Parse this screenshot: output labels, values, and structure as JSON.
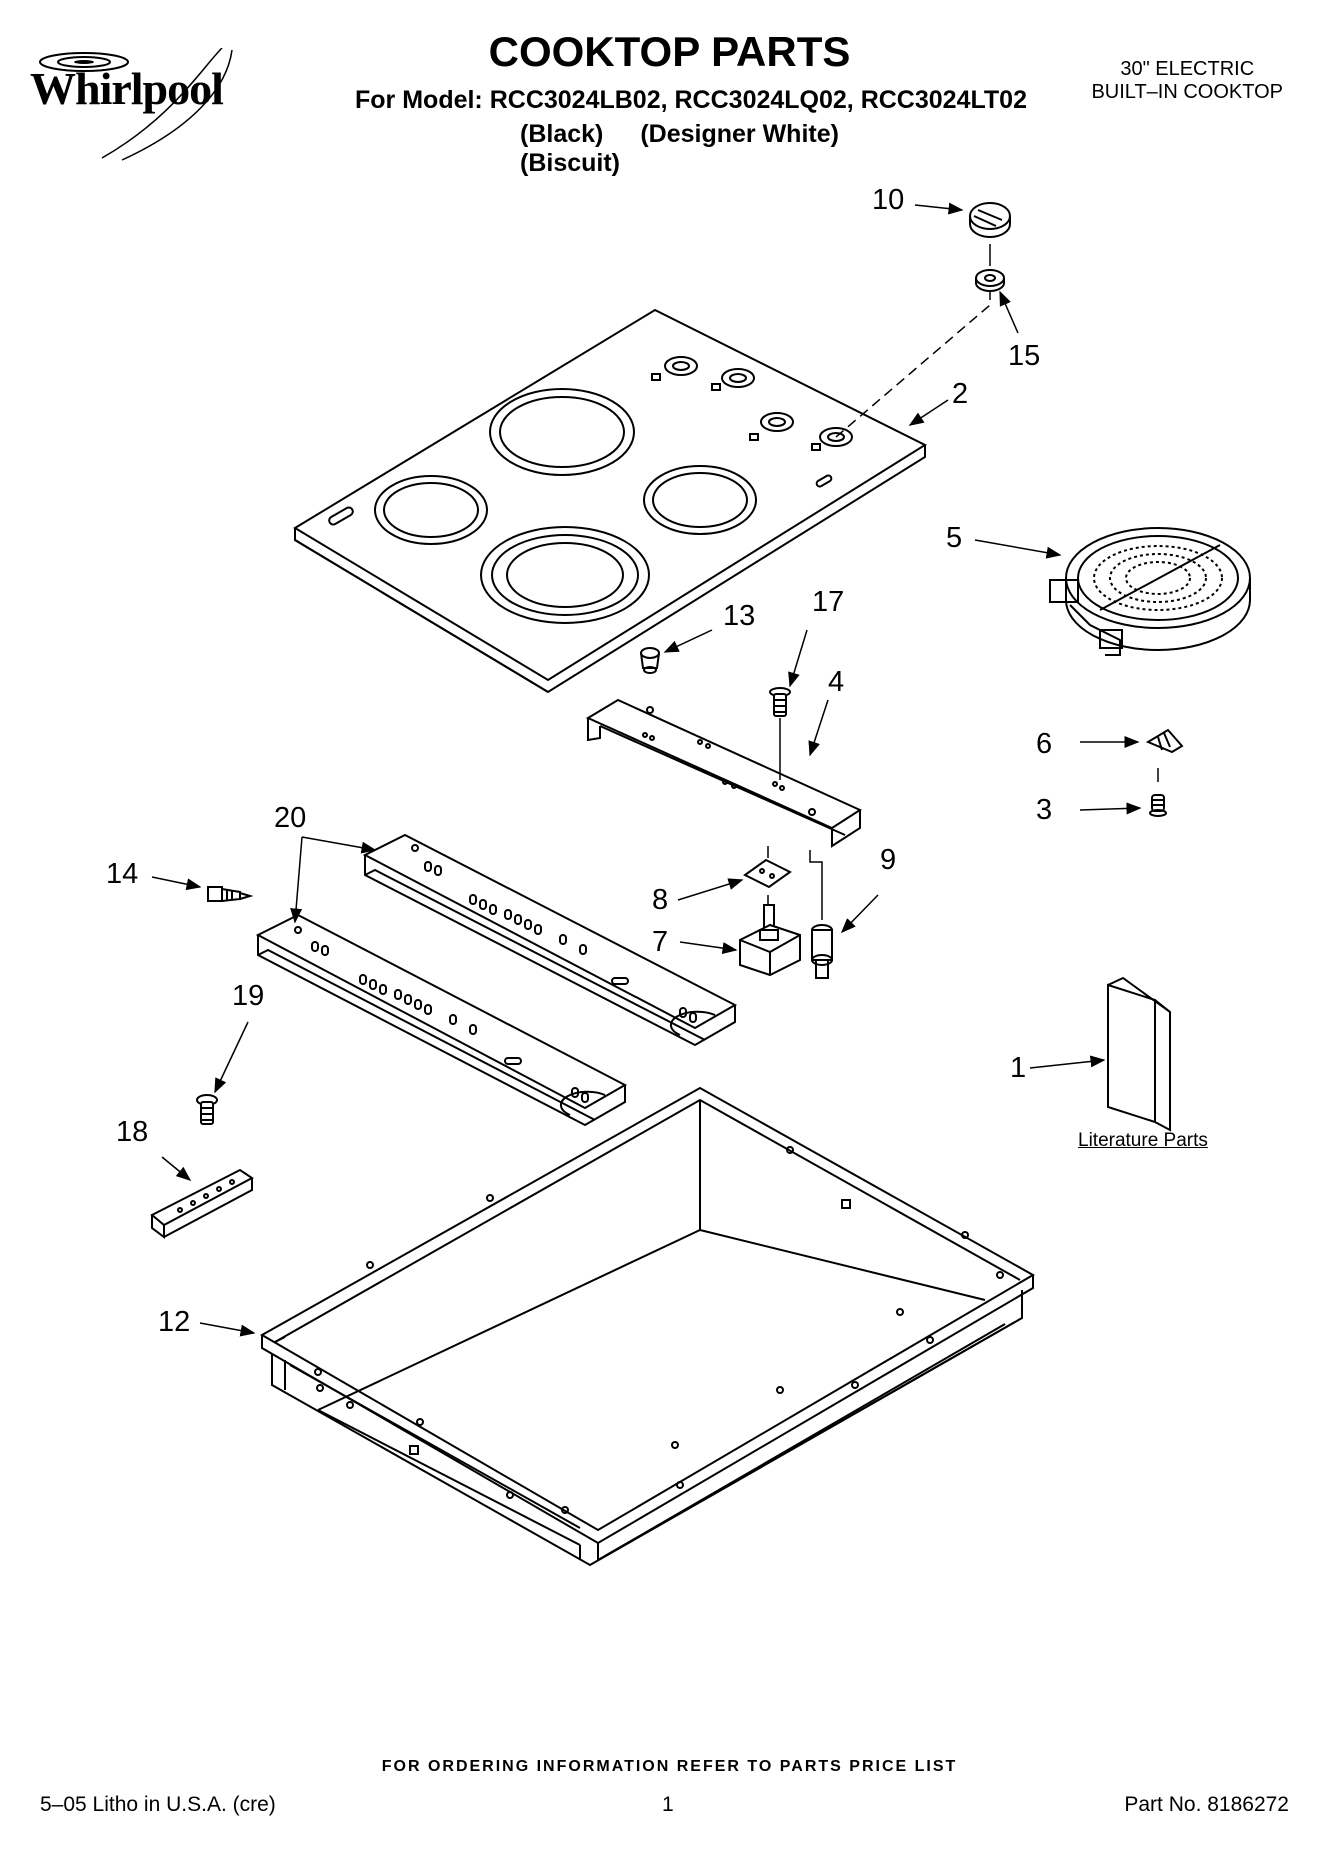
{
  "header": {
    "brand": "Whirlpool",
    "title": "COOKTOP PARTS",
    "model_line": "For Model: RCC3024LB02, RCC3024LQ02, RCC3024LT02",
    "colors": [
      "(Black)",
      "(Designer White)",
      "(Biscuit)"
    ],
    "product_type_line1": "30\" ELECTRIC",
    "product_type_line2": "BUILT–IN COOKTOP"
  },
  "callouts": {
    "p1": "1",
    "p2": "2",
    "p3": "3",
    "p4": "4",
    "p5": "5",
    "p6": "6",
    "p7": "7",
    "p8": "8",
    "p9": "9",
    "p10": "10",
    "p12": "12",
    "p13": "13",
    "p14": "14",
    "p15": "15",
    "p17": "17",
    "p18": "18",
    "p19": "19",
    "p20": "20"
  },
  "literature_label": "Literature Parts",
  "footer": {
    "note": "FOR ORDERING INFORMATION REFER TO PARTS PRICE LIST",
    "litho": "5–05 Litho in U.S.A. (cre)",
    "page": "1",
    "part_no": "Part No. 8186272"
  }
}
